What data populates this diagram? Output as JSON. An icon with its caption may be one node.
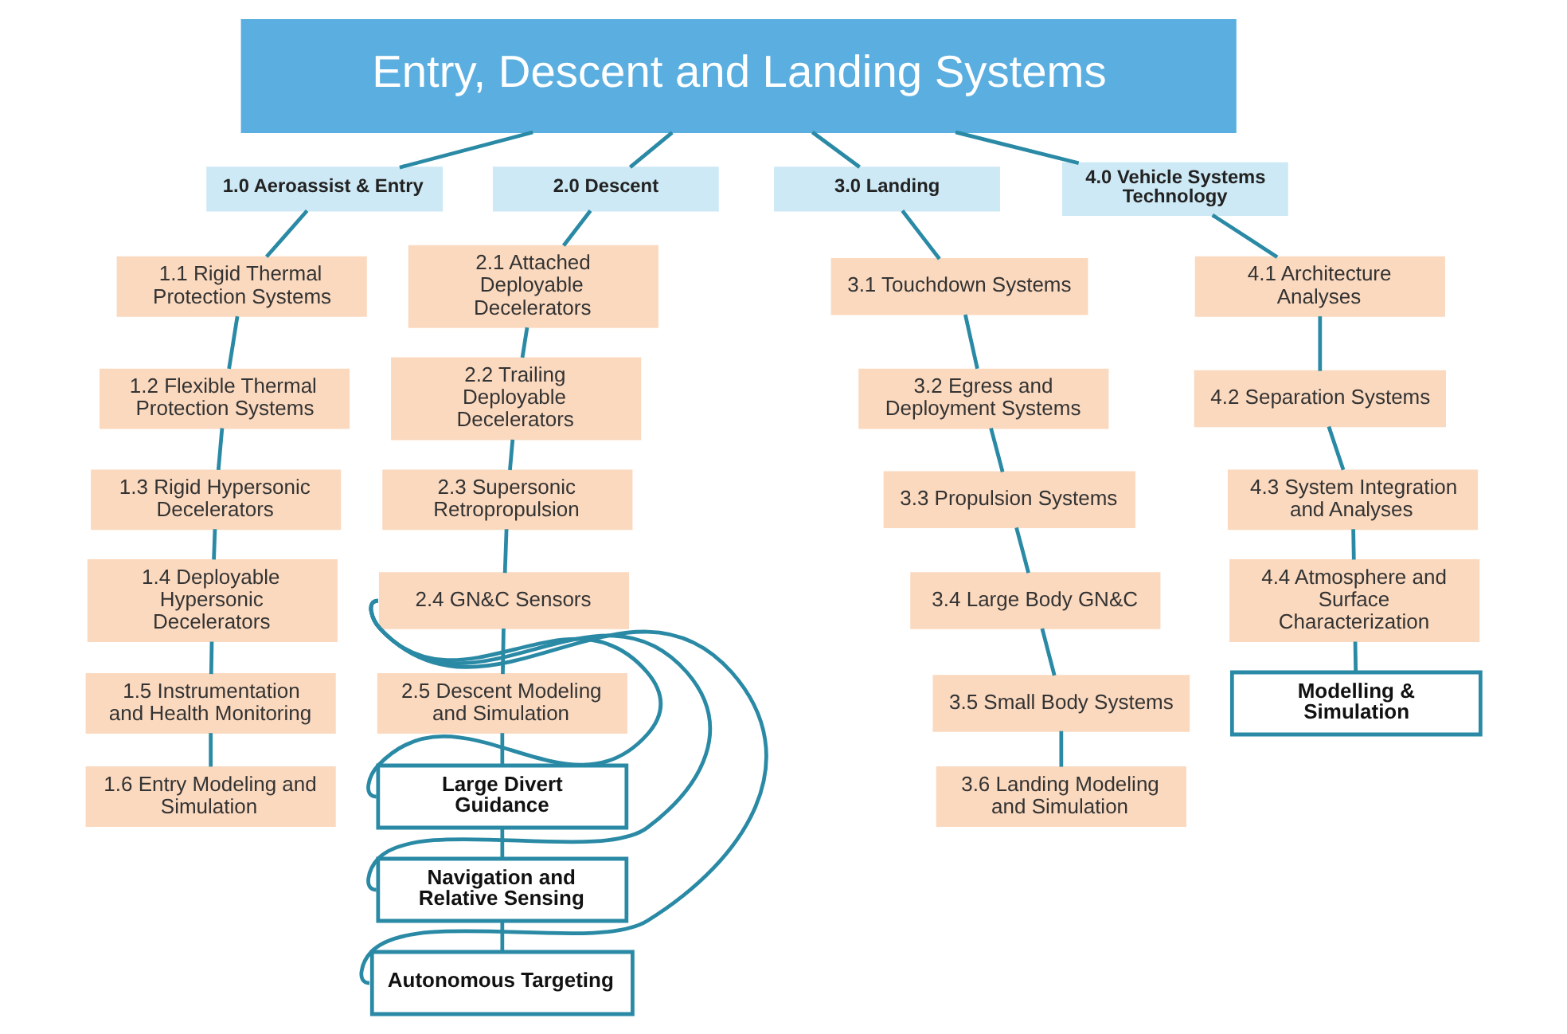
{
  "diagram": {
    "nodes": [
      {
        "text": [
          "Entry, Descent and Landing Systems"
        ]
      },
      {
        "text": [
          "1.0 Aeroassist & Entry"
        ]
      },
      {
        "text": [
          "2.0 Descent"
        ]
      },
      {
        "text": [
          "3.0 Landing"
        ]
      },
      {
        "text": [
          "4.0 Vehicle Systems Technology"
        ]
      },
      {
        "text": [
          "1.1 Rigid Thermal Protection Systems"
        ]
      },
      {
        "text": [
          "1.2 Flexible Thermal Protection Systems"
        ]
      },
      {
        "text": [
          "1.3 Rigid Hypersonic Decelerators"
        ]
      },
      {
        "text": [
          "1.4 Deployable Hypersonic Decelerators"
        ]
      },
      {
        "text": [
          "1.5 Instrumentation and Health Monitoring"
        ]
      },
      {
        "text": [
          "1.6 Entry Modeling and Simulation"
        ]
      },
      {
        "text": [
          "2.1 Attached Deployable Decelerators"
        ]
      },
      {
        "text": [
          "2.2 Trailing Deployable Decelerators"
        ]
      },
      {
        "text": [
          "2.3 Supersonic Retropropulsion"
        ]
      },
      {
        "text": [
          "2.4 GN&C Sensors"
        ]
      },
      {
        "text": [
          "2.5 Descent Modeling and Simulation"
        ]
      },
      {
        "text": [
          "Large Divert Guidance"
        ]
      },
      {
        "text": [
          "Navigation and Relative Sensing"
        ]
      },
      {
        "text": [
          "Autonomous Targeting"
        ]
      },
      {
        "text": [
          "3.1 Touchdown Systems"
        ]
      },
      {
        "text": [
          "3.2 Egress and Deployment Systems"
        ]
      },
      {
        "text": [
          "3.3 Propulsion Systems"
        ]
      },
      {
        "text": [
          "3.4 Large Body GN&C"
        ]
      },
      {
        "text": [
          "3.5 Small Body Systems"
        ]
      },
      {
        "text": [
          "3.6 Landing Modeling and Simulation"
        ]
      },
      {
        "text": [
          "4.1 Architecture Analyses"
        ]
      },
      {
        "text": [
          "4.2 Separation Systems"
        ]
      },
      {
        "text": [
          "4.3 System Integration and Analyses"
        ]
      },
      {
        "text": [
          "4.4 Atmosphere and Surface Characterization"
        ]
      },
      {
        "text": [
          "Modelling & Simulation"
        ]
      }
    ],
    "edges": [
      {
        "from": 0,
        "to": 1,
        "arrow": "none"
      },
      {
        "from": 0,
        "to": 2,
        "arrow": "none"
      },
      {
        "from": 0,
        "to": 3,
        "arrow": "none"
      },
      {
        "from": 0,
        "to": 4,
        "arrow": "none"
      },
      {
        "from": 1,
        "to": 5,
        "arrow": "none"
      },
      {
        "from": 5,
        "to": 6,
        "arrow": "none"
      },
      {
        "from": 6,
        "to": 7,
        "arrow": "none"
      },
      {
        "from": 7,
        "to": 8,
        "arrow": "none"
      },
      {
        "from": 8,
        "to": 9,
        "arrow": "none"
      },
      {
        "from": 9,
        "to": 10,
        "arrow": "none"
      },
      {
        "from": 2,
        "to": 11,
        "arrow": "none"
      },
      {
        "from": 11,
        "to": 12,
        "arrow": "none"
      },
      {
        "from": 12,
        "to": 13,
        "arrow": "none"
      },
      {
        "from": 13,
        "to": 14,
        "arrow": "none"
      },
      {
        "from": 14,
        "to": 15,
        "arrow": "none"
      },
      {
        "from": 15,
        "to": 16,
        "arrow": "none"
      },
      {
        "from": 16,
        "to": 17,
        "arrow": "none"
      },
      {
        "from": 17,
        "to": 18,
        "arrow": "none"
      },
      {
        "from": 14,
        "to": 16,
        "arrow": "none"
      },
      {
        "from": 14,
        "to": 17,
        "arrow": "none"
      },
      {
        "from": 14,
        "to": 18,
        "arrow": "none"
      },
      {
        "from": 3,
        "to": 19,
        "arrow": "none"
      },
      {
        "from": 19,
        "to": 20,
        "arrow": "none"
      },
      {
        "from": 20,
        "to": 21,
        "arrow": "none"
      },
      {
        "from": 21,
        "to": 22,
        "arrow": "none"
      },
      {
        "from": 22,
        "to": 23,
        "arrow": "none"
      },
      {
        "from": 23,
        "to": 24,
        "arrow": "none"
      },
      {
        "from": 4,
        "to": 25,
        "arrow": "none"
      },
      {
        "from": 25,
        "to": 26,
        "arrow": "none"
      },
      {
        "from": 26,
        "to": 27,
        "arrow": "none"
      },
      {
        "from": 27,
        "to": 28,
        "arrow": "none"
      },
      {
        "from": 28,
        "to": 29,
        "arrow": "none"
      }
    ]
  }
}
